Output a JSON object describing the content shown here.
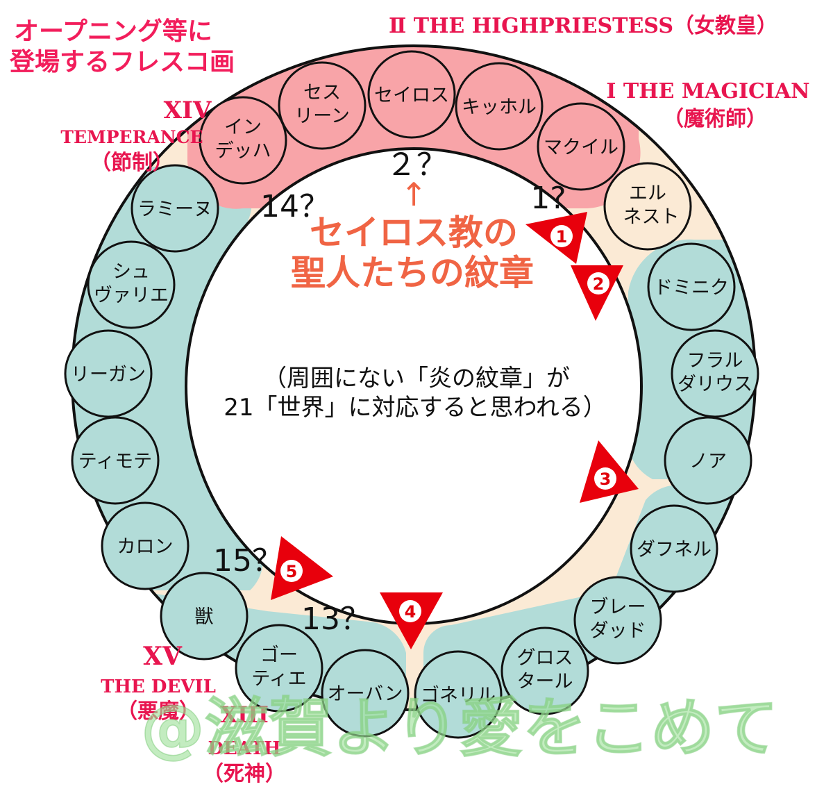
{
  "header": {
    "fresco_line1": "オープニング等に",
    "fresco_line2": "登場するフレスコ画"
  },
  "tarot": {
    "highpriestess": "Ⅱ THE HIGHPRIESTESS（女教皇）",
    "magician_line1": "Ⅰ THE MAGICIAN",
    "magician_line2": "（魔術師）",
    "temperance_line1": "XIV",
    "temperance_line2": "TEMPERANCE",
    "temperance_line3": "（節制）",
    "devil_line1": "XV",
    "devil_line2": "THE DEVIL",
    "devil_line3": "（悪魔）",
    "death_line1": "XIII",
    "death_line2": "DEATH",
    "death_line3": "（死神）"
  },
  "saints": [
    {
      "line1": "セイロス",
      "line2": ""
    },
    {
      "line1": "キッホル",
      "line2": ""
    },
    {
      "line1": "マクイル",
      "line2": ""
    },
    {
      "line1": "エル",
      "line2": "ネスト"
    },
    {
      "line1": "ドミニク",
      "line2": ""
    },
    {
      "line1": "フラル",
      "line2": "ダリウス"
    },
    {
      "line1": "ノア",
      "line2": ""
    },
    {
      "line1": "ダフネル",
      "line2": ""
    },
    {
      "line1": "ブレー",
      "line2": "ダッド"
    },
    {
      "line1": "グロス",
      "line2": "タール"
    },
    {
      "line1": "ゴネリル",
      "line2": ""
    },
    {
      "line1": "オーバン",
      "line2": ""
    },
    {
      "line1": "ゴー",
      "line2": "ティエ"
    },
    {
      "line1": "獣",
      "line2": ""
    },
    {
      "line1": "カロン",
      "line2": ""
    },
    {
      "line1": "ティモテ",
      "line2": ""
    },
    {
      "line1": "リーガン",
      "line2": ""
    },
    {
      "line1": "シュ",
      "line2": "ヴァリエ"
    },
    {
      "line1": "ラミーヌ",
      "line2": ""
    },
    {
      "line1": "イン",
      "line2": "デッハ"
    },
    {
      "line1": "セス",
      "line2": "リーン"
    }
  ],
  "numbers": {
    "n2": "２？",
    "n1": "1?",
    "n14": "14？",
    "n15": "15？",
    "n13": "13？"
  },
  "markers": {
    "m1": "1",
    "m2": "2",
    "m3": "3",
    "m4": "4",
    "m5": "5"
  },
  "center": {
    "seiros_line1": "セイロス教の",
    "seiros_line2": "聖人たちの紋章",
    "arrow": "↑",
    "note_line1": "（周囲にない「炎の紋章」が",
    "note_line2": "21「世界」に対応すると思われる）"
  },
  "watermark": "@滋賀より愛をこめて",
  "colors": {
    "ring_teal": "#b2dcd8",
    "ring_cream": "#fbead5",
    "ring_pink": "#f8a4a8",
    "marker_red": "#e8000c",
    "tarot_pink": "#e8154f",
    "title_coral": "#f06444"
  }
}
